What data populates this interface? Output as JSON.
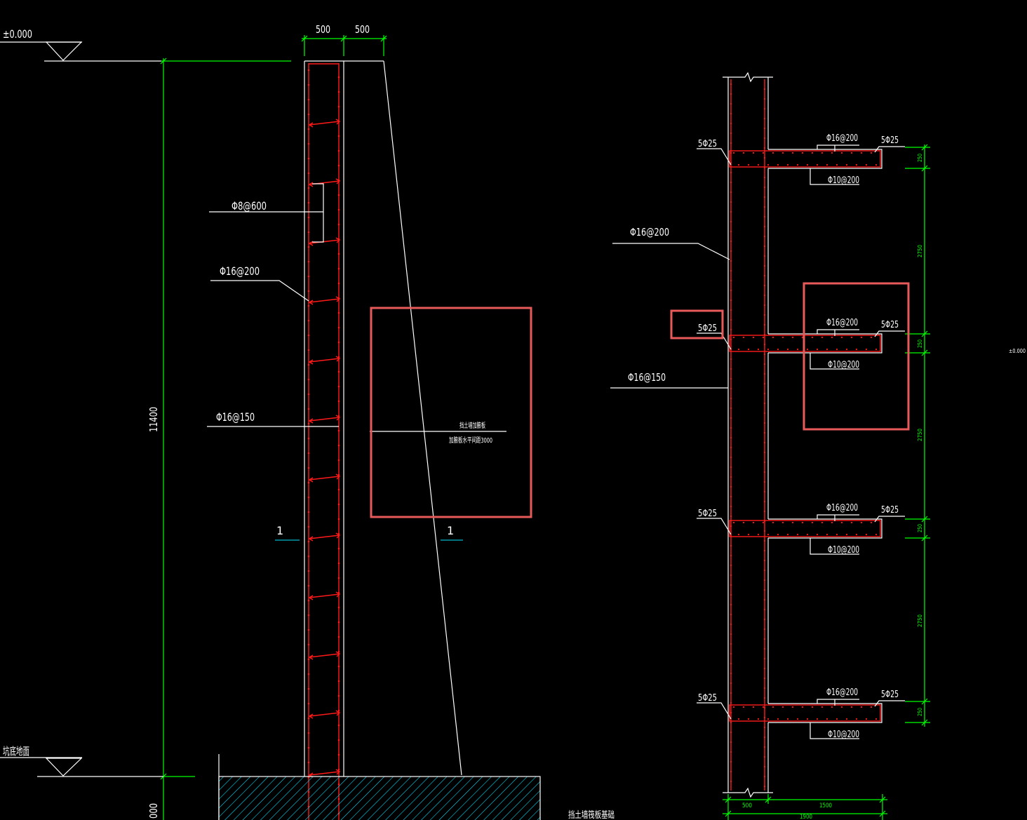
{
  "colors": {
    "background": "#000000",
    "line": "#ffffff",
    "dimension": "#00ff00",
    "rebar": "#ff1a1a",
    "hatch": "#00e5ff",
    "highlight": "#e85a5a"
  },
  "left": {
    "top_elevation": "±0.000",
    "ground_label": "坑底地面",
    "width_dims": [
      "500",
      "500"
    ],
    "height_dim": "11400",
    "lower_dim": "000",
    "rebar": {
      "stirrup": "Φ8@600",
      "inner": "Φ16@200",
      "outer": "Φ16@150"
    },
    "section_marks": [
      "1",
      "1"
    ],
    "haunch_note": [
      "挡土墙加腋板",
      "加腋板水平间距3000"
    ],
    "foundation_caption": "挡土墙筏板基础"
  },
  "right": {
    "wall_rebar": {
      "upper": "Φ16@200",
      "lower": "Φ16@150"
    },
    "slabs": [
      {
        "left_bar": "5Φ25",
        "top_bar": "Φ16@200",
        "right_bar": "5Φ25",
        "bottom_bar": "Φ10@200"
      },
      {
        "left_bar": "5Φ25",
        "top_bar": "Φ16@200",
        "right_bar": "5Φ25",
        "bottom_bar": "Φ10@200"
      },
      {
        "left_bar": "5Φ25",
        "top_bar": "Φ16@200",
        "right_bar": "5Φ25",
        "bottom_bar": "Φ10@200"
      },
      {
        "left_bar": "5Φ25",
        "top_bar": "Φ16@200",
        "right_bar": "5Φ25",
        "bottom_bar": "Φ10@200"
      }
    ],
    "vertical_dims": [
      "250",
      "2750",
      "250",
      "2750",
      "250",
      "2750",
      "250"
    ],
    "elevation": "±0.000",
    "bottom_dims": {
      "wall": "500",
      "slab": "1500",
      "total": "1900"
    }
  }
}
